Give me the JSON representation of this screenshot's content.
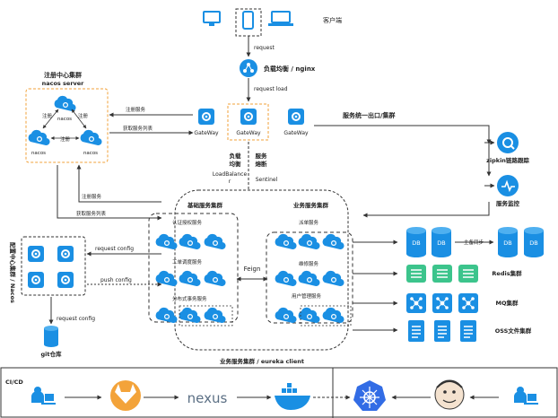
{
  "client": {
    "label": "客户端",
    "request": "request"
  },
  "lb": {
    "label": "负载均衡 / nginx",
    "request_load": "request load"
  },
  "gateway": {
    "node_label": "GateWay",
    "outlet_label": "服务统一出口/集群"
  },
  "lb_sentinel": {
    "lb_title": "负载\n均衡",
    "lb_sub": "LoadBalance\nr",
    "cb_title": "服务\n熔断",
    "cb_sub": "Sentinel"
  },
  "registry": {
    "title": "注册中心集群",
    "subtitle": "nacos server",
    "node": "nacos",
    "register": "注册",
    "register_service": "注册服务",
    "fetch_services": "获取服务列表"
  },
  "config_center": {
    "title": "配置中心集群 / Nacos",
    "request_config": "request config",
    "push_config": "push config",
    "git": "git仓库"
  },
  "base_cluster": {
    "title": "基础服务集群",
    "groups": [
      "认证授权服务",
      "工单调度服务",
      "分布式事务服务"
    ]
  },
  "biz_cluster": {
    "title": "业务服务集群",
    "groups": [
      "派单服务",
      "维修服务",
      "用户管理服务"
    ]
  },
  "feign": "Feign",
  "eureka": "业务服务集群 / eureka client",
  "monitor": {
    "zipkin": "zipkin链路跟踪",
    "service_monitor": "服务监控"
  },
  "db": {
    "label": "DB",
    "sync": "主备同步"
  },
  "infra": {
    "redis": "Redis集群",
    "mq": "MQ集群",
    "oss": "OSS文件集群"
  },
  "cicd": {
    "label": "CI/CD",
    "nexus": "nexus"
  },
  "colors": {
    "blue": "#1a8fe3",
    "teal": "#2db39a",
    "dark": "#333333"
  }
}
